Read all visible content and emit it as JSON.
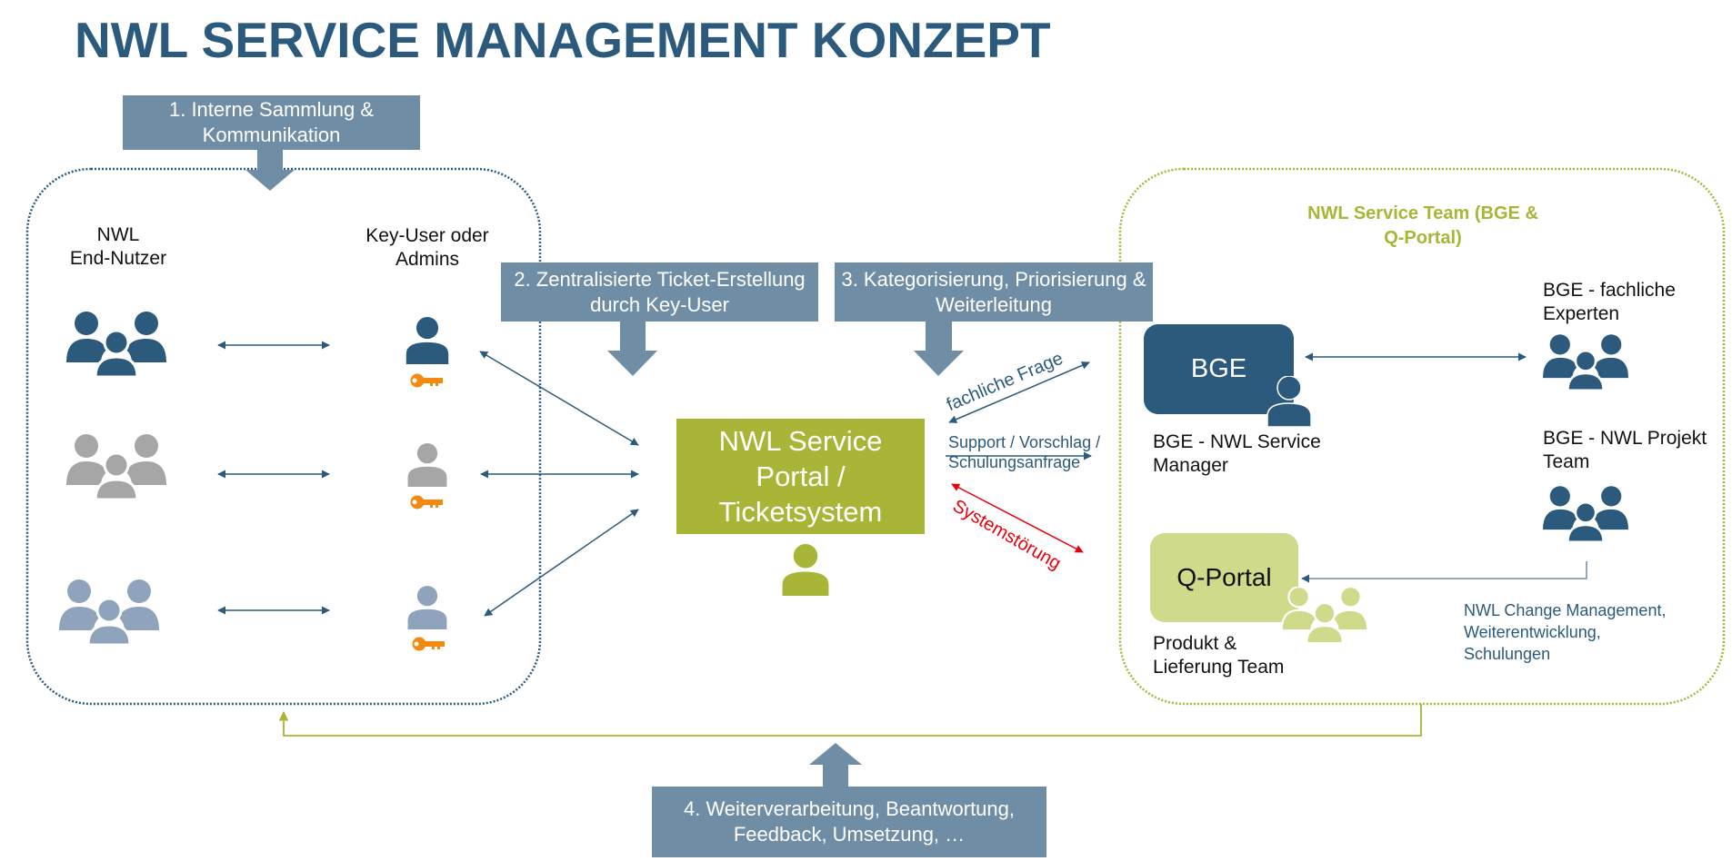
{
  "title": "NWL SERVICE MANAGEMENT KONZEPT",
  "colors": {
    "primary_blue": "#2b5a7d",
    "step_box": "#6f8ea6",
    "olive_green": "#a8b537",
    "light_green": "#d1d98a",
    "key_orange": "#f28a12",
    "grey_user": "#a6a6a6",
    "light_blue_user": "#8fa3bd",
    "alert_red": "#e8000b"
  },
  "steps": [
    {
      "label": "1. Interne Sammlung & Kommunikation"
    },
    {
      "label": "2. Zentralisierte Ticket-Erstellung durch Key-User"
    },
    {
      "label": "3. Kategorisierung, Priorisierung & Weiterleitung"
    },
    {
      "label": "4. Weiterverarbeitung, Beantwortung, Feedback, Umsetzung, …"
    }
  ],
  "left_group": {
    "end_users_label_line1": "NWL",
    "end_users_label_line2": "End-Nutzer",
    "key_users_label_line1": "Key-User oder",
    "key_users_label_line2": "Admins",
    "rows": [
      {
        "color": "primary_blue"
      },
      {
        "color": "grey_user"
      },
      {
        "color": "light_blue_user"
      }
    ]
  },
  "portal": {
    "line1": "NWL Service",
    "line2": "Portal /",
    "line3": "Ticketsystem"
  },
  "flows": {
    "fachliche_frage": "fachliche Frage",
    "support_line1": "Support / Vorschlag /",
    "support_line2": "Schulungsanfrage",
    "systemstoerung": "Systemstörung"
  },
  "service_team": {
    "title_line1": "NWL Service Team (BGE &",
    "title_line2": "Q-Portal)",
    "bge_box": "BGE",
    "bge_manager_line1": "BGE - NWL Service",
    "bge_manager_line2": "Manager",
    "experts_line1": "BGE - fachliche",
    "experts_line2": "Experten",
    "project_team_line1": "BGE - NWL Projekt",
    "project_team_line2": "Team",
    "qportal_box": "Q-Portal",
    "qportal_team_line1": "Produkt &",
    "qportal_team_line2": "Lieferung Team",
    "change_mgmt_line1": "NWL Change Management,",
    "change_mgmt_line2": "Weiterentwicklung,",
    "change_mgmt_line3": "Schulungen"
  }
}
